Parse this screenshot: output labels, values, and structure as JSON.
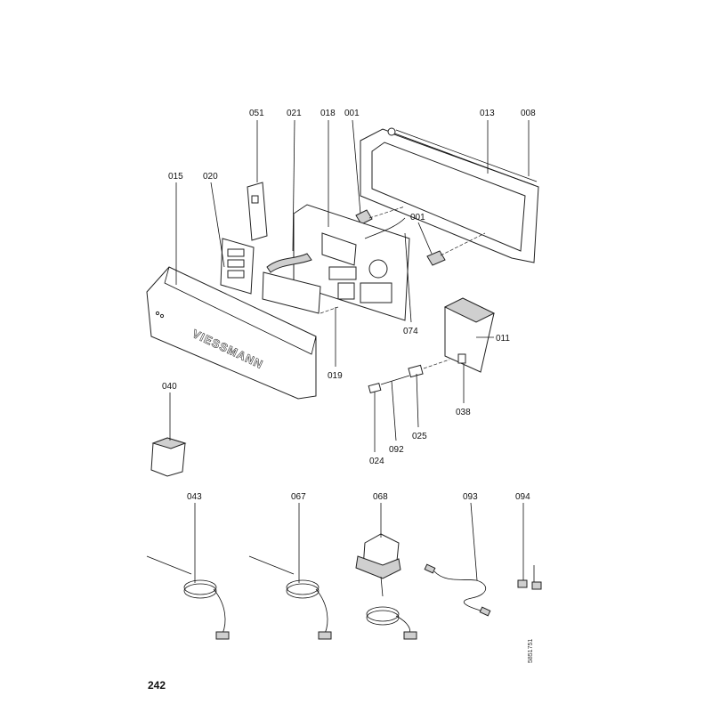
{
  "labels": {
    "p051": "051",
    "p021": "021",
    "p018": "018",
    "p001a": "001",
    "p013": "013",
    "p008": "008",
    "p015": "015",
    "p020": "020",
    "p001b": "001",
    "p074": "074",
    "p011": "011",
    "p019": "019",
    "p040": "040",
    "p038": "038",
    "p025": "025",
    "p092": "092",
    "p024": "024",
    "p043": "043",
    "p067": "067",
    "p068": "068",
    "p093": "093",
    "p094": "094"
  },
  "brand_logo": "VIESSMANN",
  "page_number": "242",
  "drawing_code": "5851751"
}
